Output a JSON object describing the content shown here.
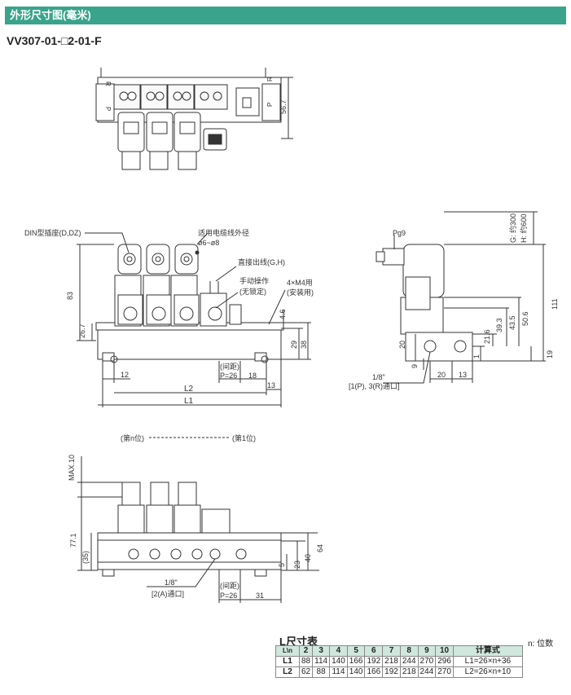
{
  "header": {
    "title": "外形尺寸图(毫米)",
    "bg_color": "#3aa38b"
  },
  "model": "VV307-01-□2-01-F",
  "top_view": {
    "labels": {
      "r_left": "R",
      "p_left": "P",
      "r_right": "R",
      "p_right": "P"
    },
    "dim_height": "56.7"
  },
  "front_view": {
    "callouts": {
      "din": "DIN型插座(D,DZ)",
      "cable": "适用电缆线外径",
      "cable_range": "ø6~ø8",
      "direct": "直接出线(G,H)",
      "manual": "手动操作",
      "manual_note": "(无锁定)",
      "mount": "4×M4用",
      "mount_note": "(安装用)"
    },
    "dims": {
      "d83": "83",
      "d26_7": "26.7",
      "d4_6": "4.6",
      "d29": "29",
      "d38": "38",
      "d12": "12",
      "pitch_note": "(间距)",
      "pitch": "P=26",
      "d18": "18",
      "d13": "13",
      "l2": "L2",
      "l1": "L1"
    }
  },
  "side_view": {
    "pg9": "Pg9",
    "cable_g": "G: 约300",
    "cable_h": "H: 约600",
    "dims": {
      "d111": "111",
      "d50_6": "50.6",
      "d43_5": "43.5",
      "d39_3": "39.3",
      "d21_6": "21.6",
      "d1": "1",
      "d19": "19",
      "d20_v": "20",
      "d9": "9",
      "d20": "20",
      "d13": "13"
    },
    "port": "1/8\"",
    "port_note": "[1(P), 3(R)通口]"
  },
  "bottom_view": {
    "station_nth": "(第n位)",
    "station_1st": "(第1位)",
    "dims": {
      "max10": "MAX.10",
      "d77_1": "77.1",
      "d35": "(35)",
      "d64": "64",
      "d40": "40",
      "d23": "23",
      "d5": "5",
      "pitch_note": "(间距)",
      "pitch": "P=26",
      "d31": "31"
    },
    "port": "1/8\"",
    "port_note": "[2(A)通口]"
  },
  "l_table": {
    "title": "L尺寸表",
    "note": "n: 位数",
    "corner_l": "L",
    "corner_n": "n",
    "columns": [
      "2",
      "3",
      "4",
      "5",
      "6",
      "7",
      "8",
      "9",
      "10"
    ],
    "formula_header": "计算式",
    "rows": [
      {
        "name": "L1",
        "values": [
          "88",
          "114",
          "140",
          "166",
          "192",
          "218",
          "244",
          "270",
          "296"
        ],
        "formula": "L1=26×n+36"
      },
      {
        "name": "L2",
        "values": [
          "62",
          "88",
          "114",
          "140",
          "166",
          "192",
          "218",
          "244",
          "270"
        ],
        "formula": "L2=26×n+10"
      }
    ]
  }
}
